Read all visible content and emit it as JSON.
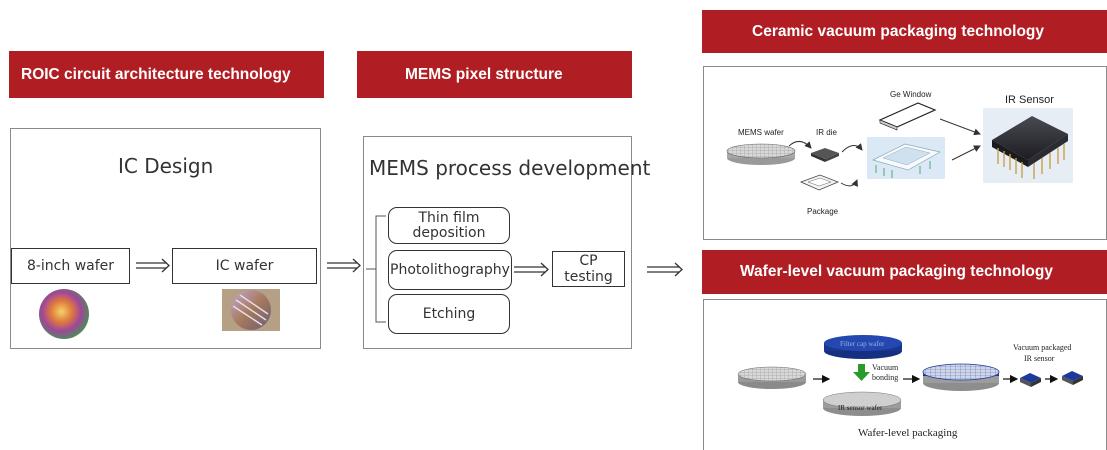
{
  "banners": {
    "roic": "ROIC circuit architecture technology",
    "mems": "MEMS pixel structure",
    "ceramic": "Ceramic vacuum packaging technology",
    "wafer_level": "Wafer-level vacuum packaging technology"
  },
  "ic_panel": {
    "title": "IC Design",
    "wafer8_label": "8-inch wafer",
    "icwafer_label": "IC wafer"
  },
  "mems_panel": {
    "title": "MEMS process development",
    "step1": "Thin film deposition",
    "step2": "Photolithography",
    "step3": "Etching",
    "cp": "CP testing"
  },
  "ceramic_figure": {
    "mems_wafer": "MEMS wafer",
    "ir_die": "IR die",
    "ge_window": "Ge Window",
    "package": "Package",
    "ir_sensor": "IR Sensor"
  },
  "wafer_figure": {
    "filter_cap": "Filter cap wafer",
    "vacuum": "Vacuum",
    "bonding": "bonding",
    "ir_sensor_wafer": "IR sensor wafer",
    "packaged_1": "Vacuum packaged",
    "packaged_2": "IR sensor",
    "caption": "Wafer-level packaging"
  },
  "colors": {
    "banner": "#b01e23",
    "cap_wafer": "#1d3a9a",
    "arrow_green": "#2a9a2a"
  }
}
